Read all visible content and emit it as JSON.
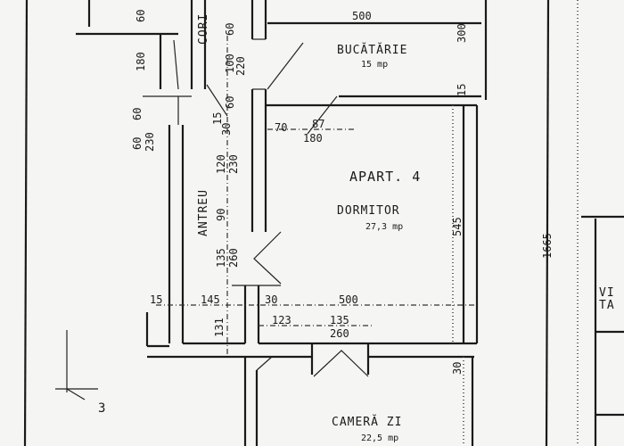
{
  "rooms": {
    "kitchen": {
      "name": "BUCĂTĂRIE",
      "area": "15 mp"
    },
    "apartment": "APART. 4",
    "bedroom": {
      "name": "DORMITOR",
      "area": "27,3 mp"
    },
    "living": {
      "name": "CAMERĂ ZI",
      "area": "22,5 mp"
    },
    "hall": "ANTREU",
    "corridor": "CORI",
    "edge_label_1": "VI",
    "edge_label_2": "TA"
  },
  "dimensions": {
    "kitchen_width": "500",
    "kitchen_depth": "300",
    "wall_15_top": "15",
    "d60_a": "60",
    "d60_b": "60",
    "d100": "100",
    "d220": "220",
    "d180_left": "180",
    "d60_c": "60",
    "d60_d": "60",
    "d230_left": "230",
    "d60_e": "60",
    "d15_mid": "15",
    "d30_mid": "30",
    "d70": "70",
    "d87": "87",
    "d180_door": "180",
    "d120": "120",
    "d230": "230",
    "d90": "90",
    "d135_door": "135",
    "d260_door": "260",
    "bedroom_depth": "545",
    "total_length": "1665",
    "d15_bottom": "15",
    "d145": "145",
    "d30_bottom": "30",
    "bedroom_width": "500",
    "d131": "131",
    "d123": "123",
    "d135_bottom": "135",
    "d260_bottom": "260",
    "d30_right": "30",
    "north_marker": "3"
  }
}
